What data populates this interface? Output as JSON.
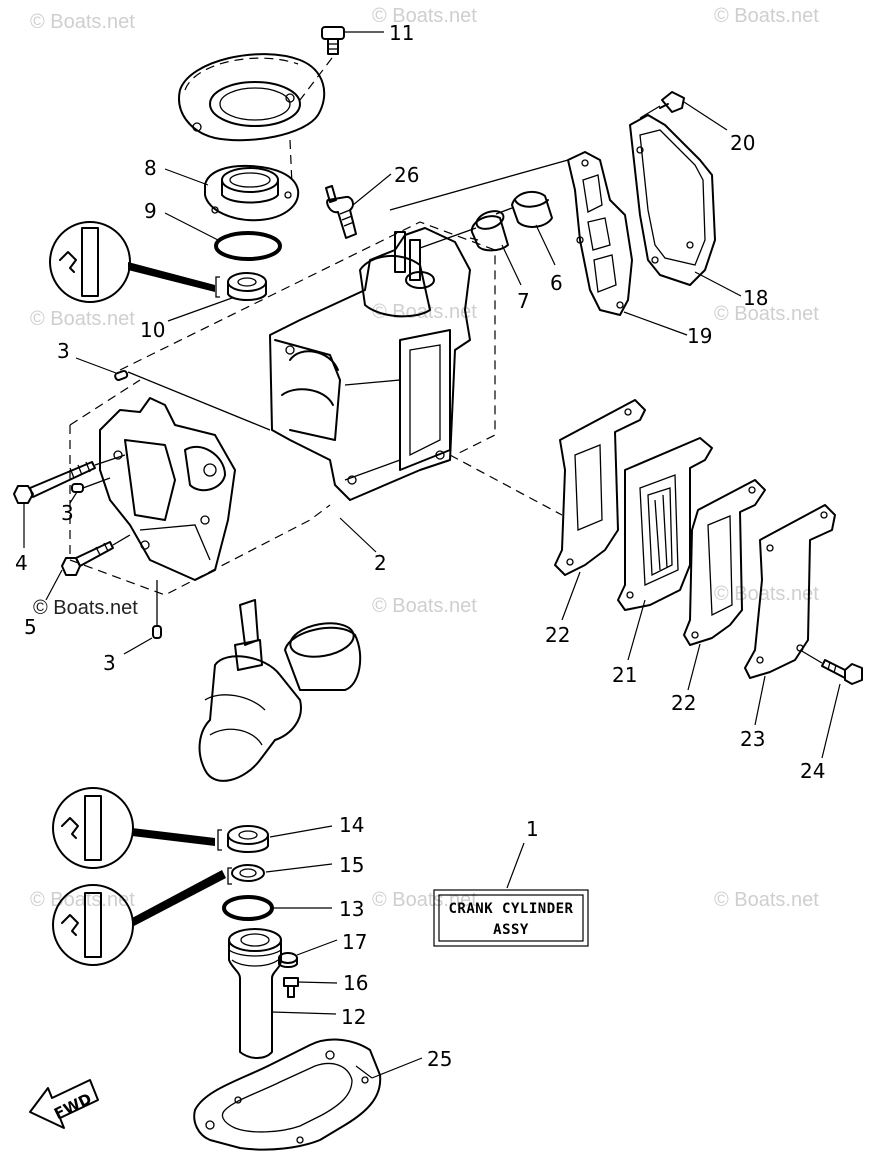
{
  "watermark": "© Boats.net",
  "title_box": {
    "line1": "CRANK CYLINDER",
    "line2": "ASSY"
  },
  "fwd_label": "FWD",
  "part_labels": {
    "p1": "1",
    "p2": "2",
    "p3a": "3",
    "p3b": "3",
    "p3c": "3",
    "p4": "4",
    "p5": "5",
    "p6": "6",
    "p7": "7",
    "p8": "8",
    "p9": "9",
    "p10": "10",
    "p11": "11",
    "p12": "12",
    "p13": "13",
    "p14": "14",
    "p15": "15",
    "p16": "16",
    "p17": "17",
    "p18": "18",
    "p19": "19",
    "p20": "20",
    "p21": "21",
    "p22a": "22",
    "p22b": "22",
    "p23": "23",
    "p24": "24",
    "p25": "25",
    "p26": "26"
  }
}
